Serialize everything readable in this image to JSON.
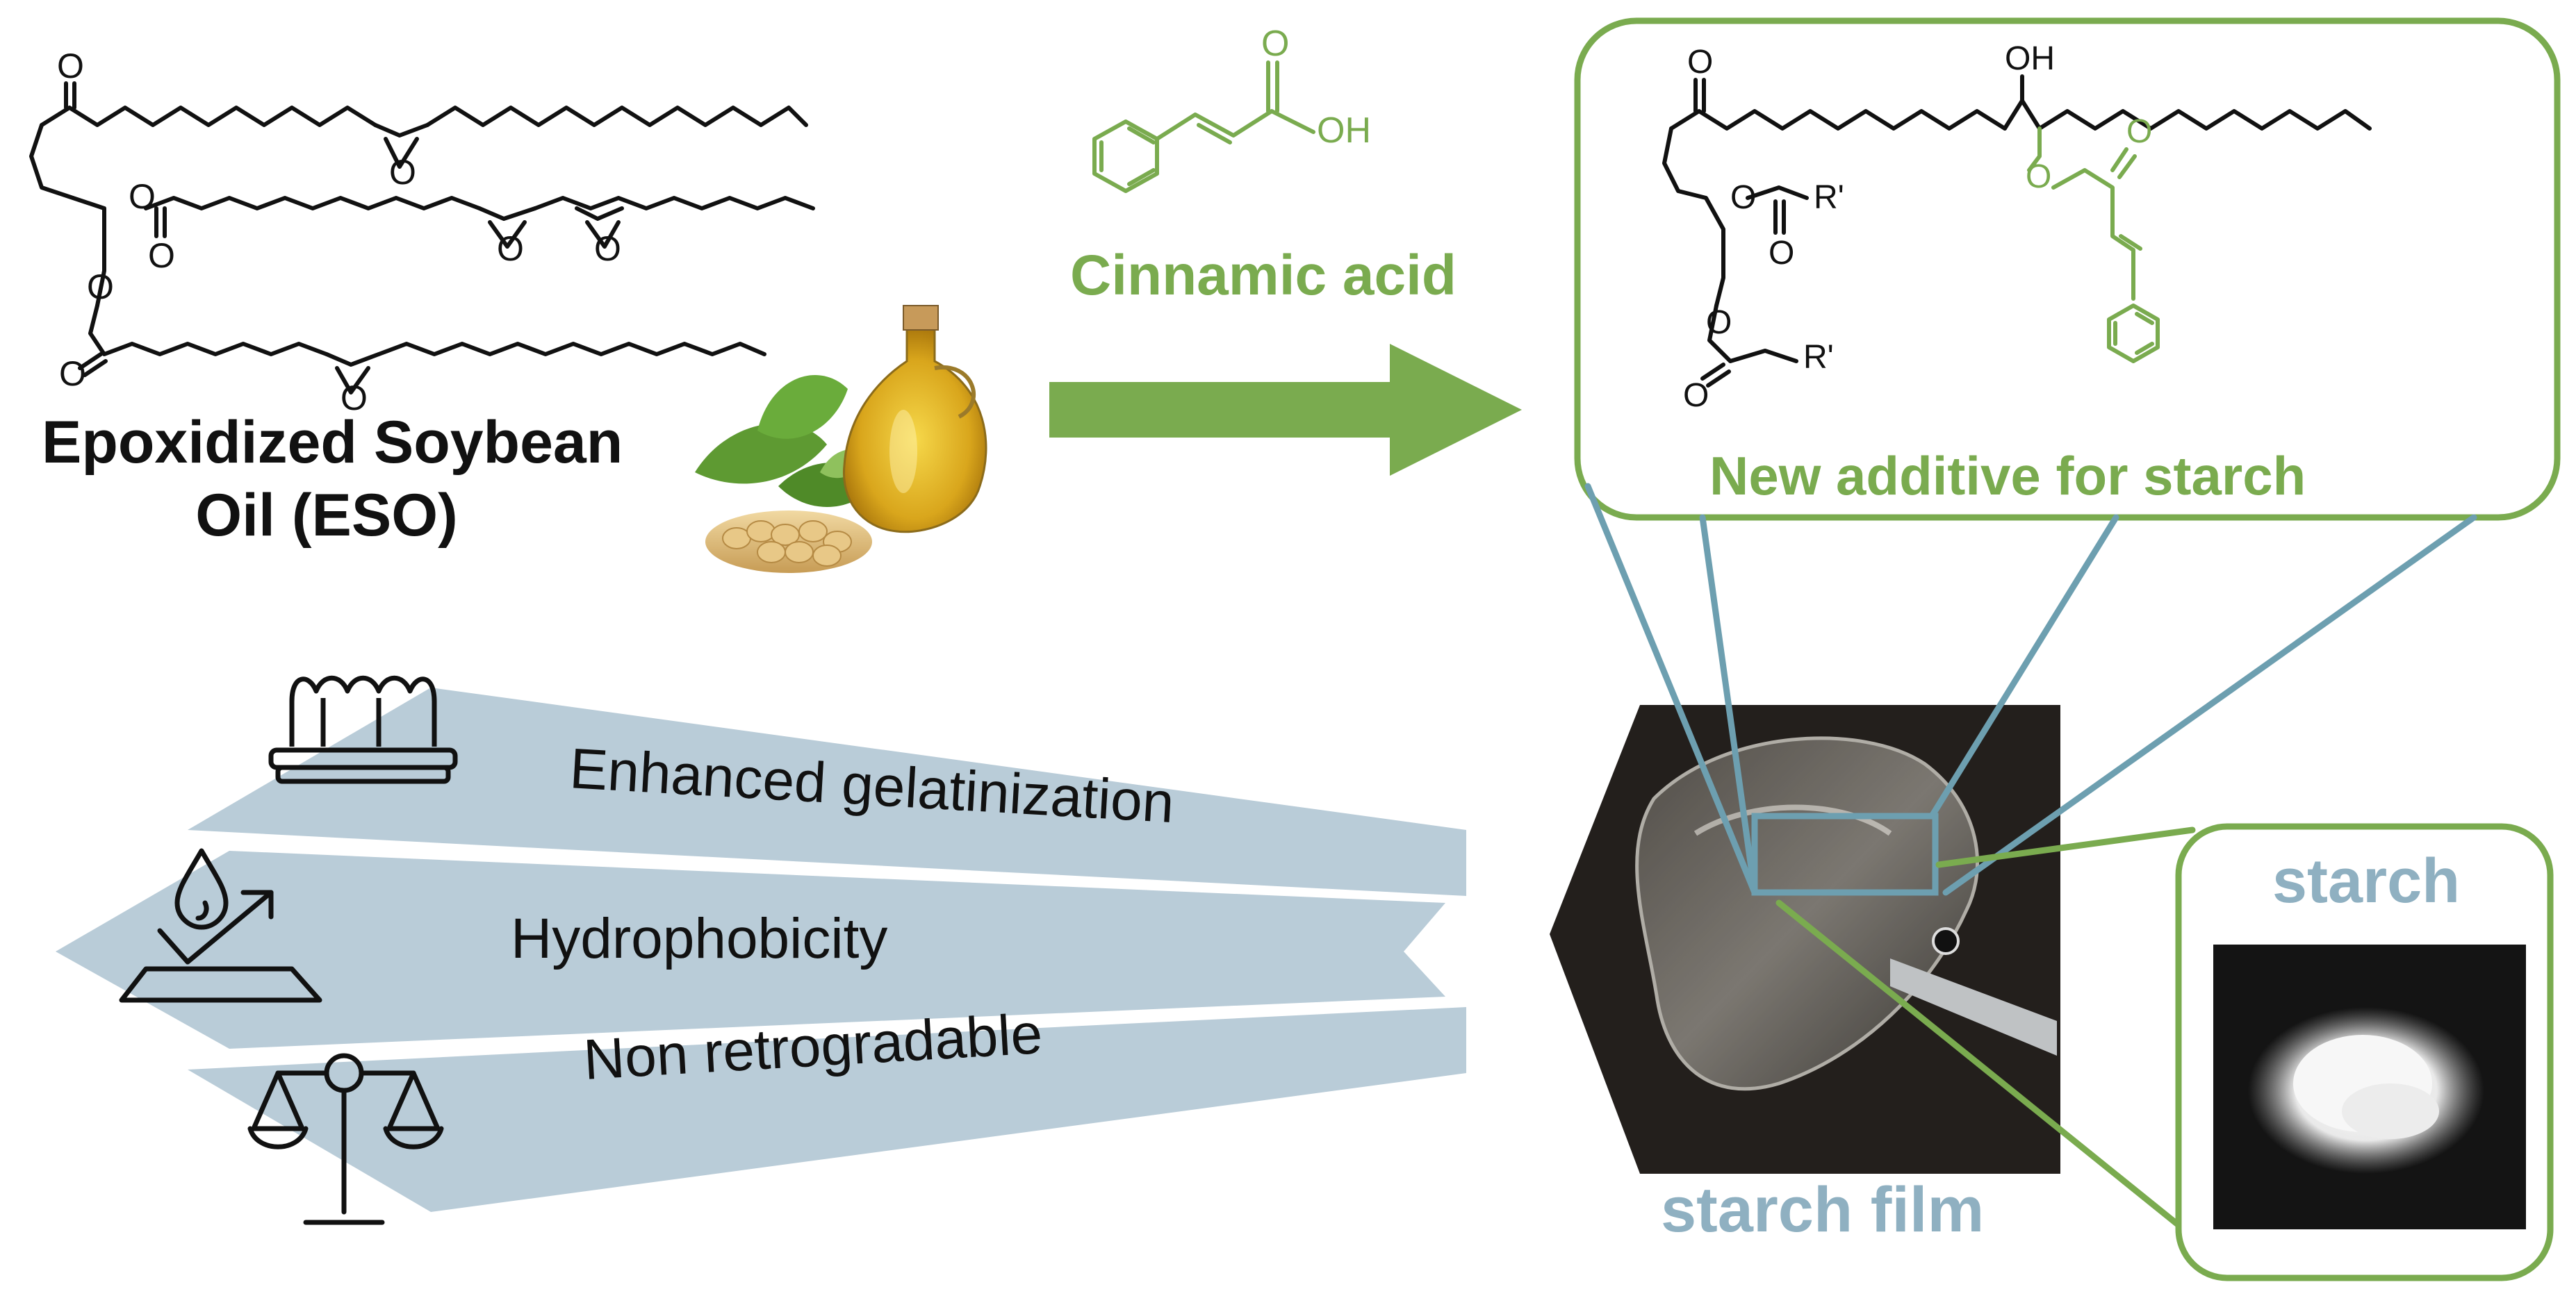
{
  "colors": {
    "green": "#7aab4f",
    "band": "#b9ccd8",
    "bluegray": "#8fb0c1",
    "line_blue": "#6d9fb0",
    "dark": "#111111"
  },
  "reactant": {
    "title_line1": "Epoxidized Soybean",
    "title_line2": "Oil (ESO)",
    "atom_o": "O"
  },
  "reagent": {
    "name": "Cinnamic acid",
    "atom_o": "O",
    "atom_oh": "OH"
  },
  "product": {
    "label": "New additive for starch",
    "atom_o": "O",
    "atom_oh": "OH",
    "group_r": "R'"
  },
  "properties": [
    {
      "label": "Enhanced gelatinization",
      "icon": "gelatin-mold-icon"
    },
    {
      "label": "Hydrophobicity",
      "icon": "water-drop-repellent-icon"
    },
    {
      "label": "Non retrogradable",
      "icon": "balance-scale-icon"
    }
  ],
  "photos": {
    "film_label": "starch film",
    "powder_label": "starch"
  },
  "icons": {
    "arrow": "reaction-arrow-icon",
    "oil": "soybean-oil-bottle-icon"
  }
}
